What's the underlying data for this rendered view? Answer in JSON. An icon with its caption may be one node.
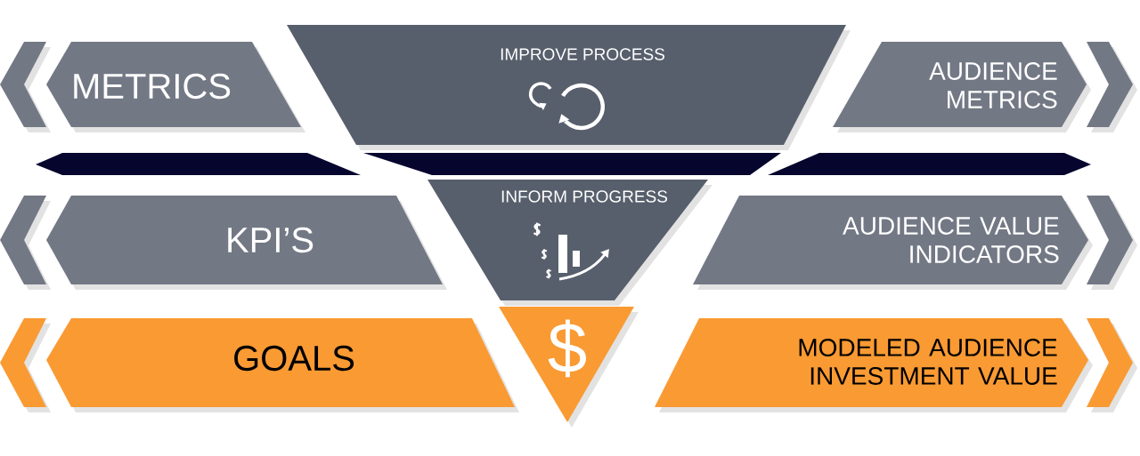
{
  "diagram": {
    "nodes": [
      {
        "text": [
          "METRICS"
        ]
      },
      {
        "text": [
          "IMPROVE PROCESS"
        ]
      },
      {
        "text": [
          "AUDIENCE METRICS"
        ]
      },
      {
        "text": [],
        "shape": "bar"
      },
      {
        "text": [],
        "shape": "bar"
      },
      {
        "text": [],
        "shape": "bar"
      },
      {
        "text": [
          "KPI’S"
        ]
      },
      {
        "text": [
          "INFORM PROGRESS"
        ]
      },
      {
        "text": [
          "AUDIENCE VALUE INDICATORS"
        ]
      },
      {
        "text": [
          "GOALS"
        ]
      },
      {
        "text": [
          "$"
        ]
      },
      {
        "text": [
          "MODELED AUDIENCE INVESTMENT VALUE"
        ]
      }
    ]
  }
}
